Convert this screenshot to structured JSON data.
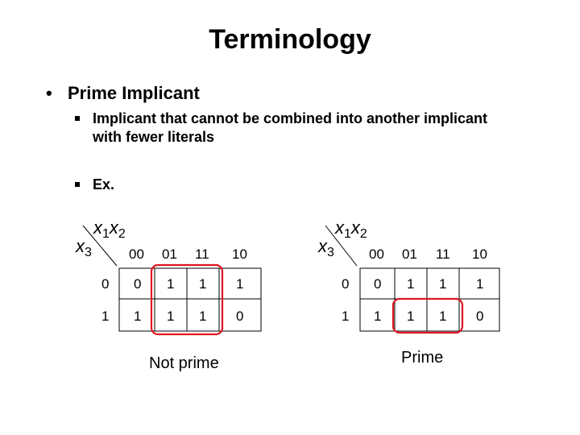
{
  "title": "Terminology",
  "bullet": {
    "marker": "•",
    "text": "Prime Implicant"
  },
  "subbullets": [
    {
      "line1": "Implicant that cannot be combined into another implicant",
      "line2": "with fewer literals"
    },
    {
      "line1": "Ex."
    }
  ],
  "kmaps": [
    {
      "row_var": "x3",
      "col_var": "x1x2",
      "col_headers": [
        "00",
        "01",
        "11",
        "10"
      ],
      "row_headers": [
        "0",
        "1"
      ],
      "cells": [
        [
          "0",
          "1",
          "1",
          "1"
        ],
        [
          "1",
          "1",
          "1",
          "0"
        ]
      ],
      "caption": "Not prime",
      "highlight_color": "#e0151f"
    },
    {
      "row_var": "x3",
      "col_var": "x1x2",
      "col_headers": [
        "00",
        "01",
        "11",
        "10"
      ],
      "row_headers": [
        "0",
        "1"
      ],
      "cells": [
        [
          "0",
          "1",
          "1",
          "1"
        ],
        [
          "1",
          "1",
          "1",
          "0"
        ]
      ],
      "caption": "Prime",
      "highlight_color": "#e0151f"
    }
  ]
}
